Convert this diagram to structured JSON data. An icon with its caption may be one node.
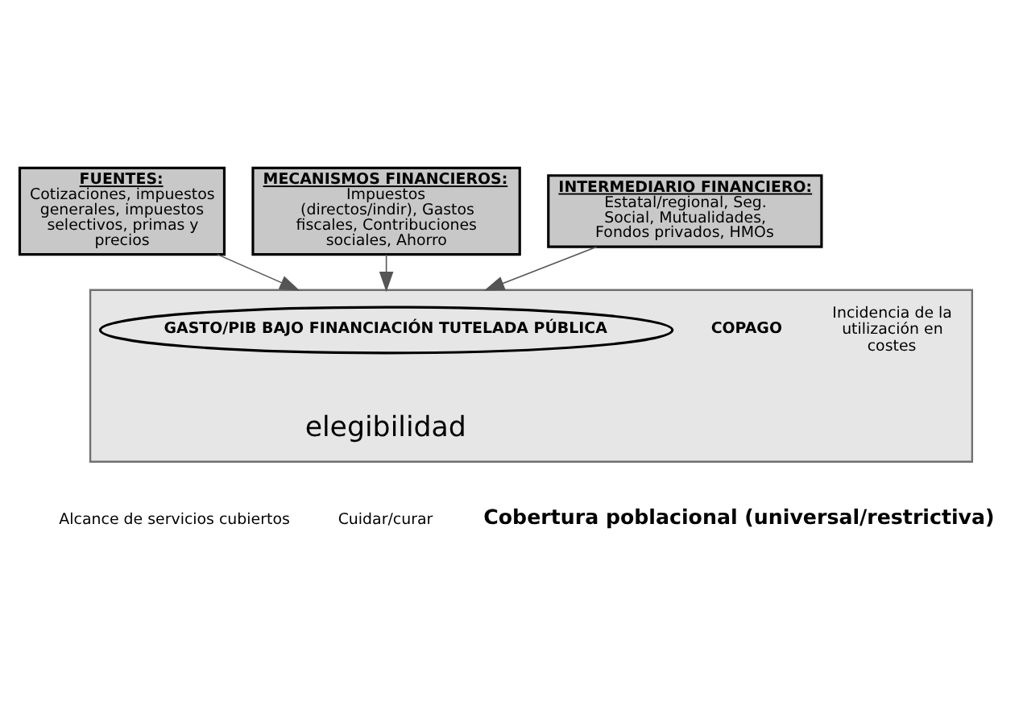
{
  "diagram": {
    "nodes": [
      {
        "text": [
          "FUENTES:",
          "Cotizaciones, impuestos generales, impuestos selectivos, primas y precios"
        ]
      },
      {
        "text": [
          "MECANISMOS FINANCIEROS:",
          "Impuestos (directos/indir), Gastos fiscales, Contribuciones sociales, Ahorro"
        ]
      },
      {
        "text": [
          "INTERMEDIARIO FINANCIERO:",
          "Estatal/regional, Seg. Social, Mutualidades, Fondos privados, HMOs"
        ]
      },
      {
        "text": [],
        "shape": "box"
      },
      {
        "text": [
          "GASTO/PIB BAJO FINANCIACIÓN TUTELADA PÚBLICA"
        ],
        "in": 3
      }
    ],
    "edges": [
      {
        "from": 0,
        "to": 3,
        "arrow": "to"
      },
      {
        "from": 1,
        "to": 3,
        "arrow": "to"
      },
      {
        "from": 2,
        "to": 3,
        "arrow": "to"
      }
    ],
    "labels": [
      "COPAGO",
      "Incidencia de la utilización en costes",
      "elegibilidad",
      "Alcance de servicios cubiertos",
      "Cuidar/curar",
      "Cobertura poblacional (universal/restrictiva)"
    ]
  }
}
